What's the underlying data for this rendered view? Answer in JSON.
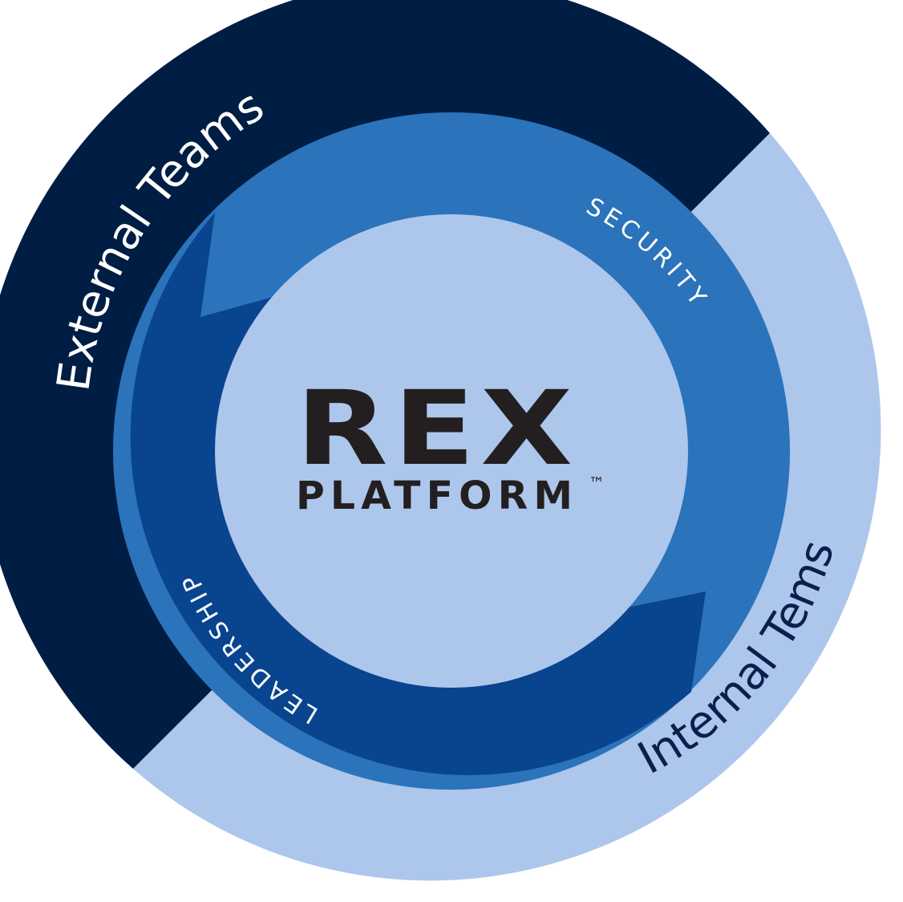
{
  "outer_ring": {
    "external_label": "External Teams",
    "internal_label": "Internal Tems"
  },
  "inner_ring": {
    "security_label": "SECURITY",
    "leadership_label": "LEADERSHIP"
  },
  "center": {
    "logo_text": "REX",
    "subtitle": "PLATFORM",
    "trademark": "™"
  },
  "colors": {
    "navy": "#001d44",
    "light_blue": "#adc6ec",
    "mid_blue": "#2b73ba",
    "royal_blue": "#09448f",
    "center_fill": "#adc6ec",
    "text_dark": "#231f20",
    "text_light": "#ffffff",
    "text_navy": "#0a1f4d"
  }
}
